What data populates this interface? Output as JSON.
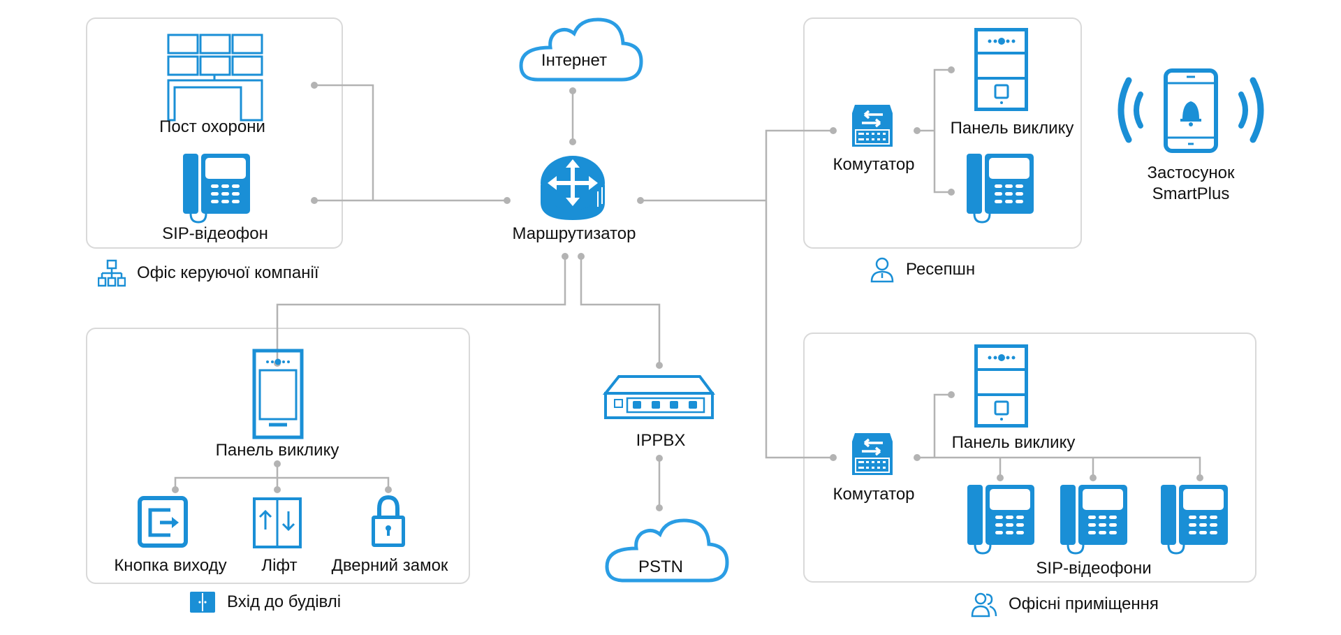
{
  "colors": {
    "accent": "#1a8fd6",
    "line": "#b3b3b3",
    "box_border": "#d9d9d9",
    "text": "#111111"
  },
  "groups": {
    "management_office": {
      "title": "Офіс керуючої компанії",
      "icon": "org-chart-icon",
      "devices": [
        {
          "label": "Пост охорони",
          "icon": "security-desk-monitors-icon"
        },
        {
          "label": "SIP-відеофон",
          "icon": "desk-phone-icon"
        }
      ]
    },
    "reception": {
      "title": "Ресепшн",
      "icon": "receptionist-icon",
      "devices": [
        {
          "label": "Комутатор",
          "icon": "network-switch-icon"
        },
        {
          "label": "Панель виклику",
          "icon": "door-station-icon"
        },
        {
          "label": "",
          "icon": "desk-phone-icon"
        }
      ]
    },
    "building_entrance": {
      "title": "Вхід до будівлі",
      "icon": "double-door-icon",
      "devices": [
        {
          "label": "Панель виклику",
          "icon": "door-panel-screen-icon"
        },
        {
          "label": "Кнопка виходу",
          "icon": "exit-button-icon"
        },
        {
          "label": "Ліфт",
          "icon": "elevator-icon"
        },
        {
          "label": "Дверний замок",
          "icon": "padlock-icon"
        }
      ]
    },
    "office_premises": {
      "title": "Офісні приміщення",
      "icon": "people-icon",
      "devices": [
        {
          "label": "Комутатор",
          "icon": "network-switch-icon"
        },
        {
          "label": "Панель виклику",
          "icon": "door-station-icon"
        },
        {
          "label": "SIP-відеофони",
          "icon": "desk-phone-icon",
          "count": 3
        }
      ]
    }
  },
  "core": {
    "internet": {
      "label": "Інтернет",
      "icon": "cloud-icon"
    },
    "router": {
      "label": "Маршрутизатор",
      "icon": "router-icon"
    },
    "ippbx": {
      "label": "IPPBX",
      "icon": "pbx-device-icon"
    },
    "pstn": {
      "label": "PSTN",
      "icon": "cloud-icon"
    }
  },
  "smartplus": {
    "label_line1": "Застосунок",
    "label_line2": "SmartPlus",
    "icon": "smartphone-ringing-icon"
  }
}
